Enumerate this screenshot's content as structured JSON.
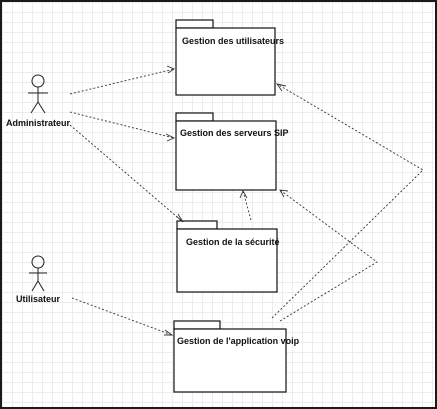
{
  "actors": [
    {
      "id": "admin",
      "label": "Administrateur"
    },
    {
      "id": "user",
      "label": "Utilisateur"
    }
  ],
  "packages": [
    {
      "id": "users",
      "label": "Gestion des utilisateurs"
    },
    {
      "id": "sip",
      "label": "Gestion des serveurs SIP"
    },
    {
      "id": "security",
      "label": "Gestion de la sécurité"
    },
    {
      "id": "voip",
      "label": "Gestion de l'application voip"
    }
  ],
  "dependencies": [
    {
      "from": "admin",
      "to": "users"
    },
    {
      "from": "admin",
      "to": "sip"
    },
    {
      "from": "admin",
      "to": "security"
    },
    {
      "from": "user",
      "to": "voip"
    },
    {
      "from": "security",
      "to": "sip"
    },
    {
      "from": "voip",
      "to": "users"
    },
    {
      "from": "voip",
      "to": "sip"
    }
  ],
  "colors": {
    "line": "#333333",
    "border": "#111111",
    "grid": "#ececec",
    "background": "#ffffff"
  }
}
